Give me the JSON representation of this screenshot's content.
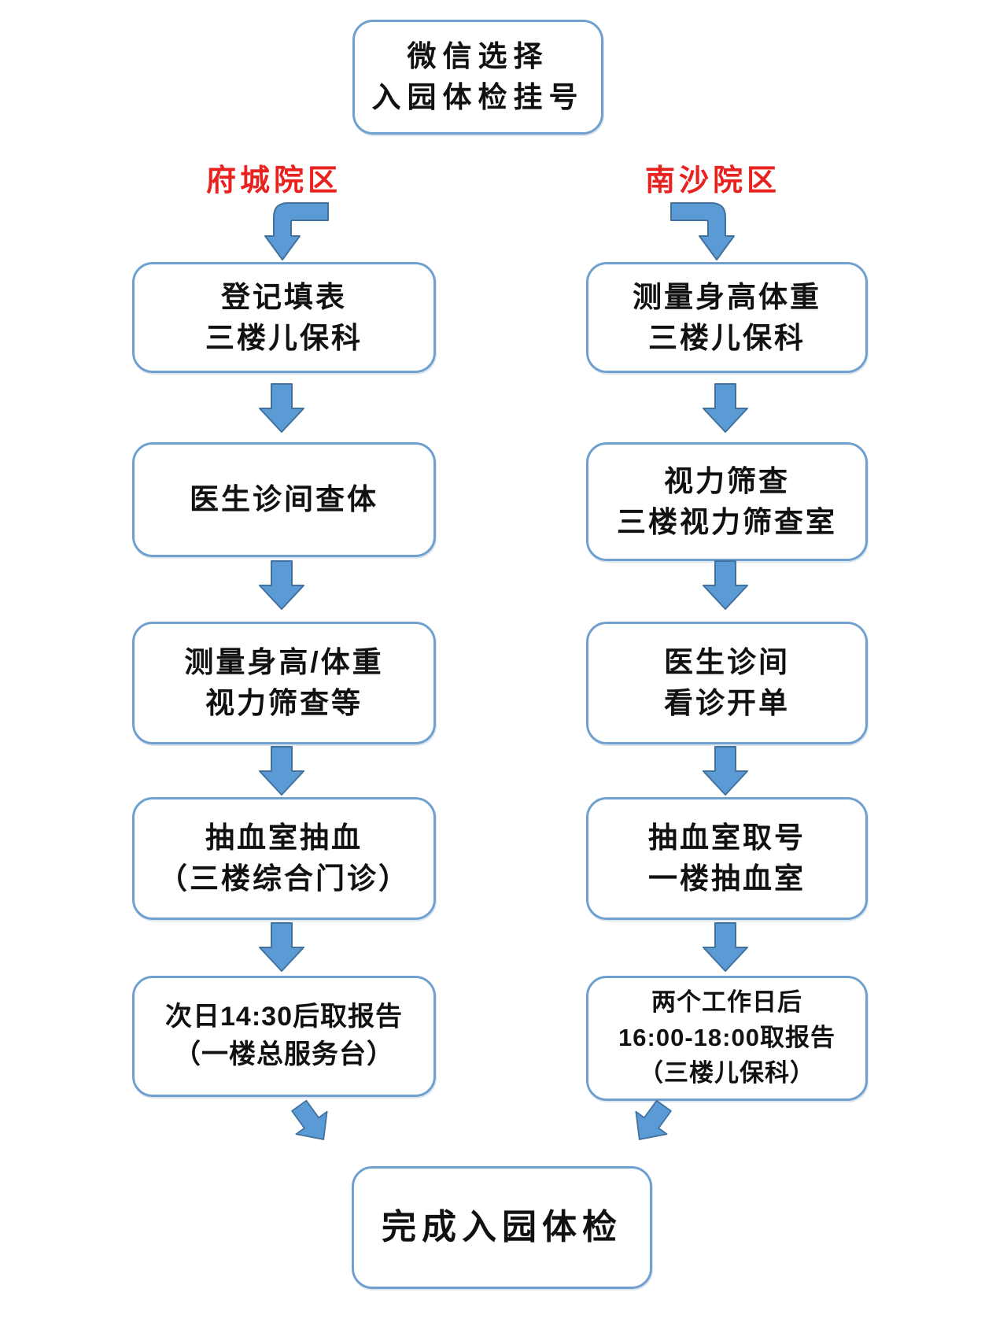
{
  "colors": {
    "arrow_fill": "#5b9bd5",
    "arrow_stroke": "#41719c",
    "box_border": "#6fa0d0",
    "label_red": "#e8231f",
    "text": "#111111",
    "background": "#ffffff"
  },
  "start_node": {
    "lines": [
      "微信选择",
      "入园体检挂号"
    ]
  },
  "branches": {
    "left": {
      "label": "府城院区",
      "steps": [
        {
          "lines": [
            "登记填表",
            "三楼儿保科"
          ]
        },
        {
          "lines": [
            "医生诊间查体"
          ]
        },
        {
          "lines": [
            "测量身高/体重",
            "视力筛查等"
          ]
        },
        {
          "lines": [
            "抽血室抽血",
            "（三楼综合门诊）"
          ]
        },
        {
          "lines": [
            "次日14:30后取报告",
            "（一楼总服务台）"
          ]
        }
      ]
    },
    "right": {
      "label": "南沙院区",
      "steps": [
        {
          "lines": [
            "测量身高体重",
            "三楼儿保科"
          ]
        },
        {
          "lines": [
            "视力筛查",
            "三楼视力筛查室"
          ]
        },
        {
          "lines": [
            "医生诊间",
            "看诊开单"
          ]
        },
        {
          "lines": [
            "抽血室取号",
            "一楼抽血室"
          ]
        },
        {
          "lines": [
            "两个工作日后",
            "16:00-18:00取报告",
            "（三楼儿保科）"
          ]
        }
      ]
    }
  },
  "end_node": {
    "lines": [
      "完成入园体检"
    ]
  }
}
